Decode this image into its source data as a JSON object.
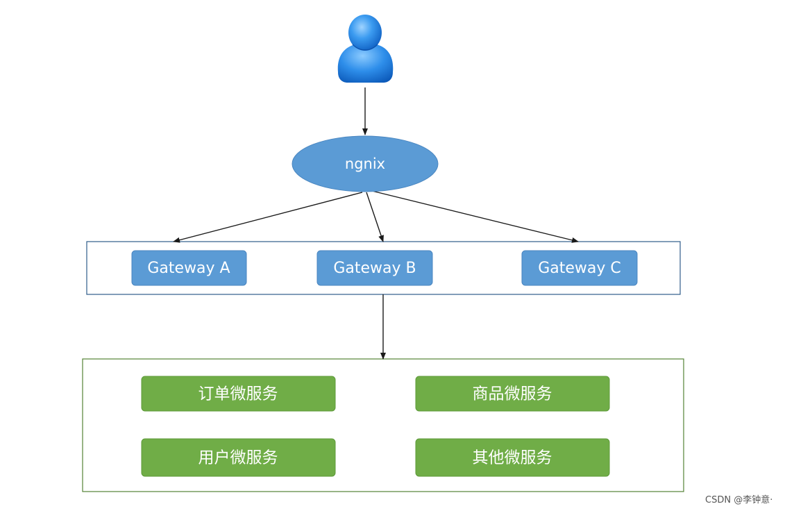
{
  "diagram": {
    "user": {
      "icon": "user-icon"
    },
    "ngnix": {
      "label": "ngnix"
    },
    "gateways": [
      {
        "label": "Gateway A"
      },
      {
        "label": "Gateway B"
      },
      {
        "label": "Gateway C"
      }
    ],
    "services": [
      {
        "label": "订单微服务"
      },
      {
        "label": "商品微服务"
      },
      {
        "label": "用户微服务"
      },
      {
        "label": "其他微服务"
      }
    ],
    "colors": {
      "gateway_fill": "#5B9BD5",
      "gateway_group_border": "#2E5C8A",
      "service_fill": "#70AD47",
      "service_group_border": "#548235",
      "arrow": "#1a1a1a",
      "user_icon": "#1E88E5"
    }
  },
  "credit": "CSDN @李钟意·"
}
